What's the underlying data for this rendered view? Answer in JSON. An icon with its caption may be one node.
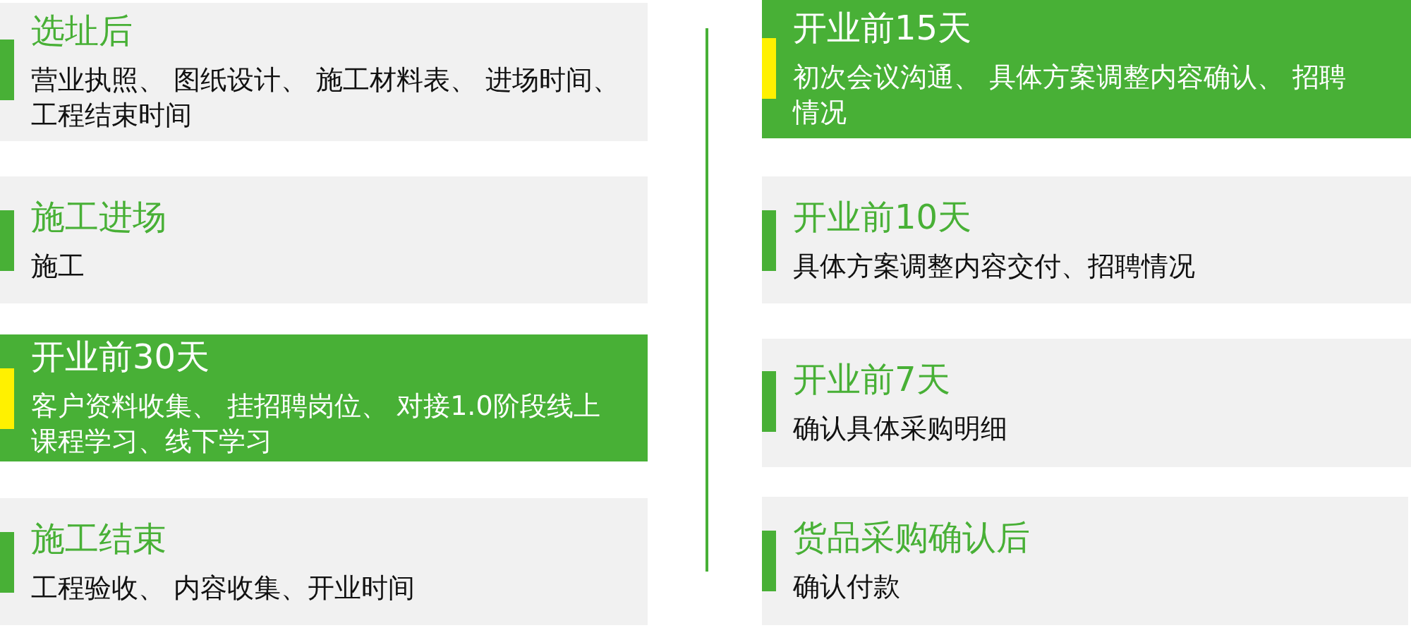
{
  "diagram": {
    "nodes": [
      {
        "text": [
          "选址后",
          "营业执照、 图纸设计、 施工材料表、 进场时间、工程结束时间"
        ]
      },
      {
        "text": [
          "施工进场",
          "施工"
        ]
      },
      {
        "text": [
          "开业前30天",
          "客户资料收集、 挂招聘岗位、 对接1.0阶段线上课程学习、线下学习"
        ]
      },
      {
        "text": [
          "施工结束",
          "工程验收、 内容收集、开业时间"
        ]
      },
      {
        "text": [
          "开业前15天",
          "初次会议沟通、 具体方案调整内容确认、 招聘情况"
        ]
      },
      {
        "text": [
          "开业前10天",
          "具体方案调整内容交付、招聘情况"
        ]
      },
      {
        "text": [
          "开业前7天",
          "确认具体采购明细"
        ]
      },
      {
        "text": [
          "货品采购确认后",
          "确认付款"
        ]
      }
    ]
  }
}
